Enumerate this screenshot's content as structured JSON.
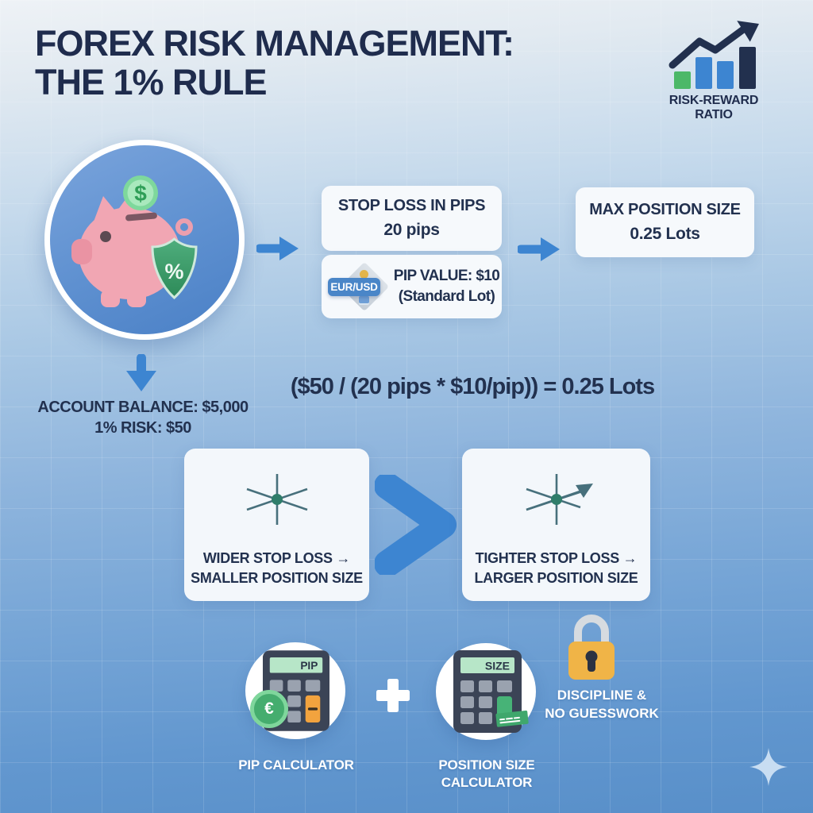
{
  "title": {
    "line1": "FOREX RISK MANAGEMENT:",
    "line2": "THE 1% RULE"
  },
  "header_badge": {
    "label": "RISK-REWARD RATIO"
  },
  "hero": {
    "coin_symbol": "$",
    "shield_symbol": "%"
  },
  "flow": {
    "stop_loss_box": {
      "title": "STOP LOSS IN PIPS",
      "value": "20 pips"
    },
    "pip_value_box": {
      "pair_badge": "EUR/USD",
      "title": "PIP VALUE: $10",
      "subtitle": "(Standard Lot)"
    },
    "max_position_box": {
      "title": "MAX POSITION SIZE",
      "value": "0.25 Lots"
    }
  },
  "account_summary": {
    "balance": "ACCOUNT BALANCE: $5,000",
    "risk": "1% RISK: $50"
  },
  "formula": "($50 / (20 pips * $10/pip)) = 0.25 Lots",
  "comparison": {
    "wider_box": {
      "line1": "WIDER STOP LOSS →",
      "line2": "SMALLER POSITION SIZE"
    },
    "tighter_box": {
      "line1": "TIGHTER STOP LOSS →",
      "line2": "LARGER POSITION SIZE"
    }
  },
  "tools": {
    "pip_calculator": {
      "display": "PIP",
      "coin_symbol": "€",
      "label": "PIP CALCULATOR"
    },
    "size_calculator": {
      "display": "SIZE",
      "label_line1": "POSITION SIZE",
      "label_line2": "CALCULATOR"
    },
    "discipline": {
      "line1": "DISCIPLINE &",
      "line2": "NO GUESSWORK"
    }
  },
  "colors": {
    "accent_blue": "#3d85d1",
    "navy": "#1f2c4d",
    "shield_green": "#3a9e6d",
    "pig_pink": "#f1a6b3",
    "lock_gold": "#f0b447",
    "calc_dark": "#3b4456",
    "calc_display_green": "#b7e6c8",
    "calc_orange": "#f2a33e",
    "calc_green": "#47b377",
    "box_white": "#f6f9fc"
  }
}
